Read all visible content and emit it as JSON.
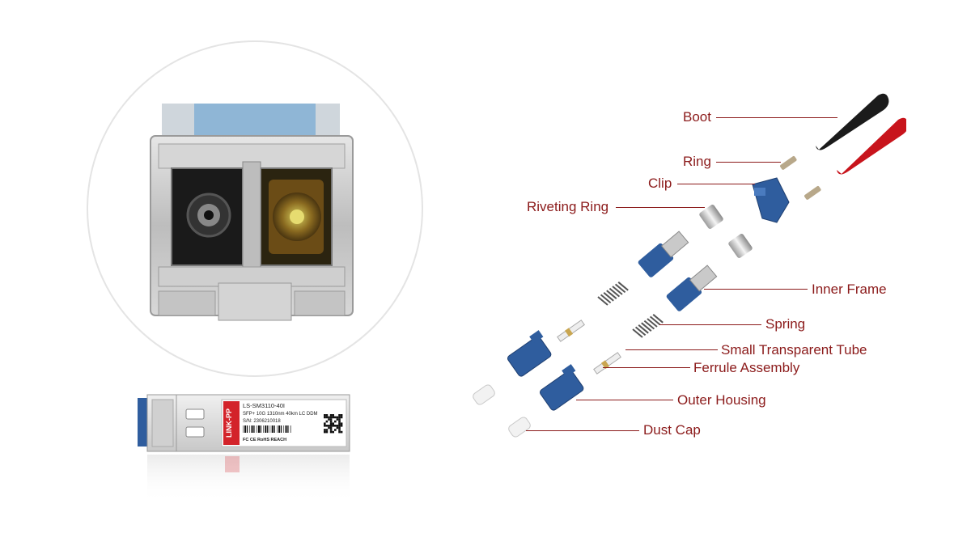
{
  "module_label": {
    "part_number": "LS-SM3110-40I",
    "description": "SFP+ 10G 1310nm 40km LC DDM",
    "serial": "S/N: 2306210018",
    "brand": "LINK-PP",
    "certifications": "FC CE RoHS REACH"
  },
  "callouts": [
    {
      "id": "boot",
      "text": "Boot"
    },
    {
      "id": "ring",
      "text": "Ring"
    },
    {
      "id": "clip",
      "text": "Clip"
    },
    {
      "id": "riveting-ring",
      "text": "Riveting Ring"
    },
    {
      "id": "inner-frame",
      "text": "Inner Frame"
    },
    {
      "id": "spring",
      "text": "Spring"
    },
    {
      "id": "small-transparent-tube",
      "text": "Small Transparent Tube"
    },
    {
      "id": "ferrule-assembly",
      "text": "Ferrule Assembly"
    },
    {
      "id": "outer-housing",
      "text": "Outer Housing"
    },
    {
      "id": "dust-cap",
      "text": "Dust Cap"
    }
  ],
  "colors": {
    "callout": "#8b1a1a",
    "connector_blue": "#2f5d9e",
    "boot_black": "#1b1b1b",
    "boot_red": "#c8141c",
    "metal": "#c9c9c9"
  }
}
